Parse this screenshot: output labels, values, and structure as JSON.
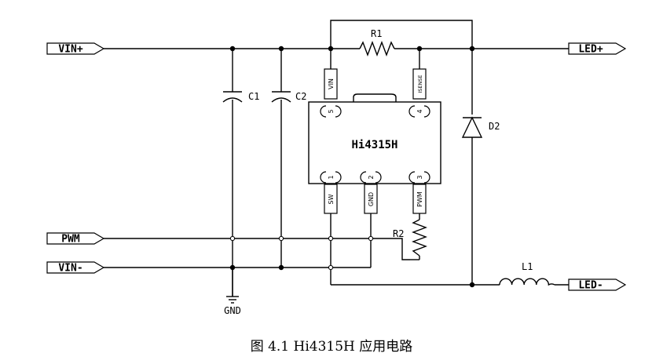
{
  "ports": {
    "vin_plus": "VIN+",
    "pwm": "PWM",
    "vin_minus": "VIN-",
    "led_plus": "LED+",
    "led_minus": "LED-"
  },
  "components": {
    "c1": "C1",
    "c2": "C2",
    "r1": "R1",
    "r2": "R2",
    "d2": "D2",
    "l1": "L1",
    "gnd": "GND"
  },
  "chip": {
    "name": "Hi4315H",
    "pins": {
      "vin": {
        "label": "VIN",
        "number": "5"
      },
      "isense": {
        "label": "ISENSE",
        "number": "4"
      },
      "sw": {
        "label": "SW",
        "number": "1"
      },
      "gnd": {
        "label": "GND",
        "number": "2"
      },
      "pwm": {
        "label": "PWM",
        "number": "3"
      }
    }
  },
  "caption": "图 4.1 Hi4315H 应用电路"
}
